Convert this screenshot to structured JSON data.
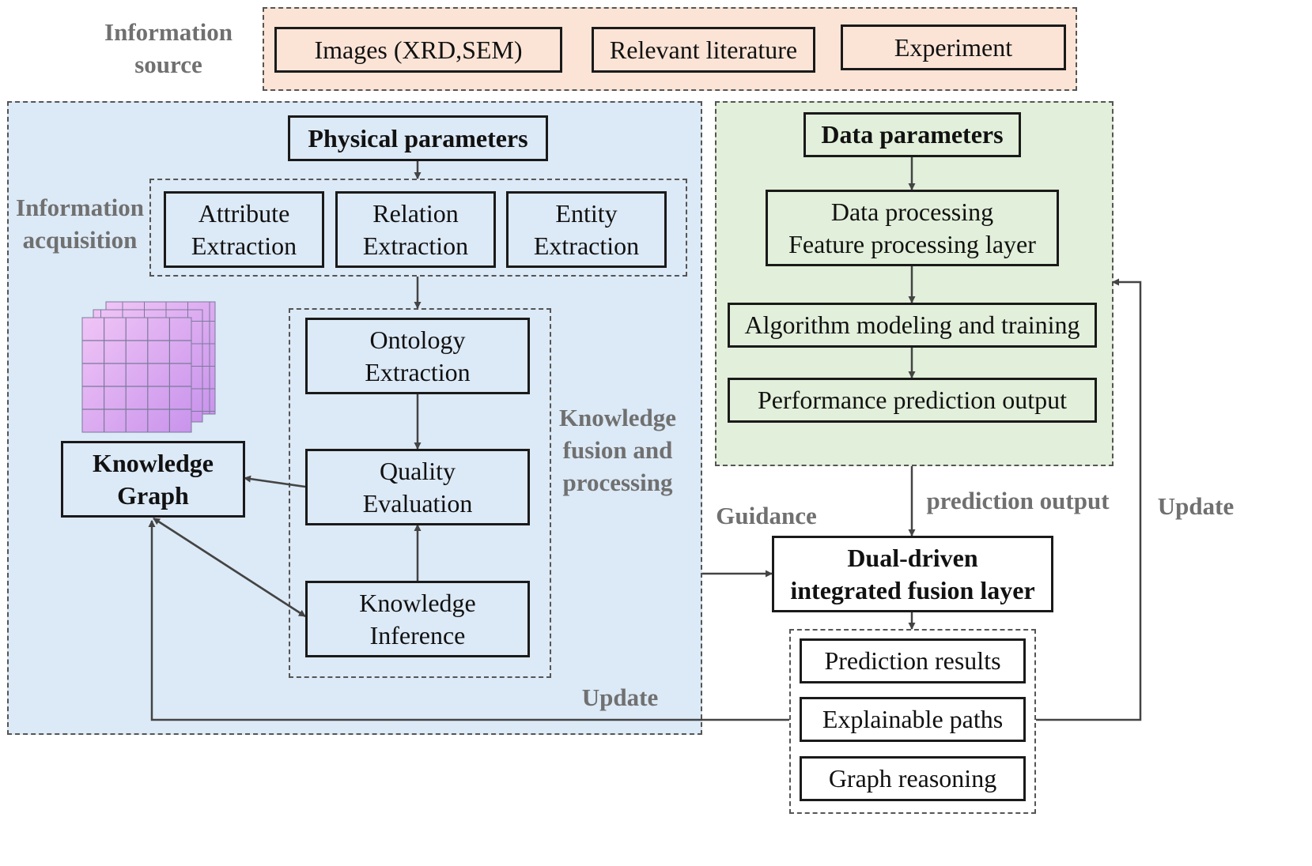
{
  "info_source": {
    "label": "Information\nsource",
    "items": [
      "Images (XRD,SEM)",
      "Relevant literature",
      "Experiment"
    ]
  },
  "physical": {
    "title": "Physical parameters",
    "acquisition_label": "Information\nacquisition",
    "extraction": [
      "Attribute\nExtraction",
      "Relation\nExtraction",
      "Entity\nExtraction"
    ],
    "fusion_label": "Knowledge\nfusion and\nprocessing",
    "ontology": "Ontology\nExtraction",
    "quality": "Quality\nEvaluation",
    "inference": "Knowledge\nInference",
    "knowledge_graph": "Knowledge\nGraph"
  },
  "data": {
    "title": "Data parameters",
    "processing": "Data processing\nFeature processing layer",
    "algorithm": "Algorithm modeling and training",
    "performance": "Performance prediction output"
  },
  "labels": {
    "prediction_output": "prediction output",
    "guidance": "Guidance",
    "update_right": "Update",
    "update_bottom": "Update"
  },
  "fusion": {
    "title": "Dual-driven\nintegrated fusion layer",
    "outputs": [
      "Prediction results",
      "Explainable paths",
      "Graph reasoning"
    ]
  },
  "colors": {
    "info_fill": "#fbe4d6",
    "physical_fill": "#dce9f6",
    "data_fill": "#e2efda",
    "grid_fill": "#e8b8f2",
    "grid_gradient": "#c89be8"
  }
}
